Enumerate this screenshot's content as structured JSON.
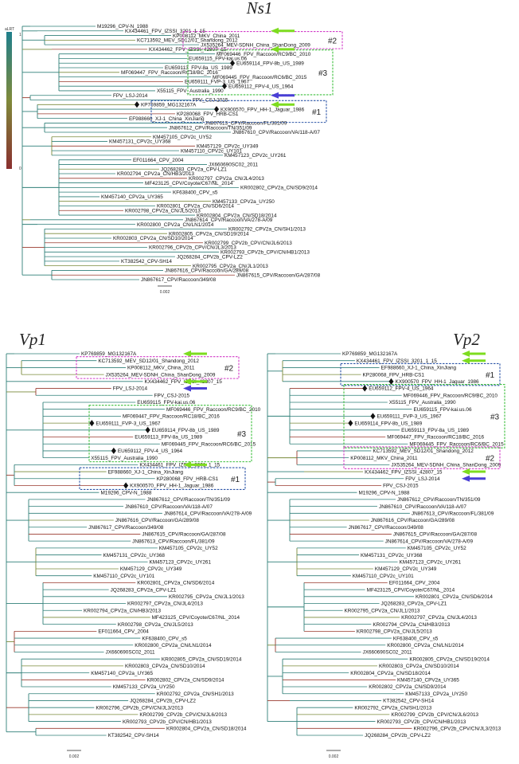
{
  "figure": {
    "panels": [
      {
        "title": "Ns1",
        "scale_label": "0.002",
        "colorbar": {
          "title": "aLRT",
          "max_label": "1",
          "min_label": "0"
        },
        "groups": [
          {
            "label": "#2",
            "color": "#d23cc8"
          },
          {
            "label": "#3",
            "color": "#3cbf3c"
          },
          {
            "label": "#1",
            "color": "#2f57a8"
          }
        ],
        "taxa": [
          "M19296_CPV-N_1988",
          "KX434461_FPV_IZSSI_3201_1_15",
          "KP008112_MKV_China_2011",
          "KC713592_MEV_SD12/01_Shandong_2012",
          "JX535264_MEV-SDNH_China_ShanDong_2009",
          "KX434462_FPV_IZSSI_42807_15",
          "MF069446_FPV_Raccoon/RC9/BC_2010",
          "EU659115_FPV-kai.us.06",
          "EU659114_FPV-8b_US_1989",
          "EU659113_FPV-8a_US_1989",
          "MF069447_FPV_Raccoon/RC18/BC_2016",
          "MF069445_FPV_Raccoon/RC6/BC_2015",
          "EU659111_FVP-3_US_1967",
          "EU659112_FPV-4_US_1964",
          "X55115_FPV_Australia_1990",
          "FPV_LSJ-2014",
          "FPV_CSJ-2015",
          "KP769859_MG132167A",
          "KX900570_FPV_HH-1_Jaguar_1986",
          "KP280068_FPV_HRB-CS1",
          "EF988660_XJ-1_China_XinJiang",
          "JN867613_CPV/Raccoon/FL/381/09",
          "JN867612_CPV/Raccoon/TN/351/09",
          "JN867610_CPV/Raccoon/VA/118-A/07",
          "KM457105_CPV2c_UY52",
          "KM457131_CPV2c_UY368",
          "KM457129_CPV2c_UY349",
          "KM457110_CPV2c_UY101",
          "KM457123_CPV2c_UY261",
          "EF011664_CPV_2004",
          "JX660690SC02_2011",
          "JQ268283_CPV2a_CPV-LZ1",
          "KR002794_CPV2a_CN/HB3/2013",
          "KR002797_CPV2a_CN/JL4/2013",
          "MF423125_CPV/Coyote/C67/NL_2014",
          "KR002802_CPV2a_CN/SD9/2014",
          "KF638400_CPV_s5",
          "KM457140_CPV2a_UY365",
          "KM457133_CPV2a_UY250",
          "KR002801_CPV2a_CN/SD6/2014",
          "KR002798_CPV2a_CN/JL5/2013",
          "KR002804_CPV2a_CN/SD18/2014",
          "JN867614_CPV/Raccoon/VA/278-A/09",
          "KR002800_CPV2a_CN/LN1/2014",
          "KR002792_CPV2a_CN/SH1/2013",
          "KR002805_CPV2a_CN/SD19/2014",
          "KR002803_CPV2a_CN/SD10/2014",
          "KR002799_CPV2b_CPV/CN/JL6/2013",
          "KR002796_CPV2b_CPV/CN/JL3/2013",
          "KR002793_CPV2b_CPV/CN/HB1/2013",
          "JQ268284_CPV2b_CPV-LZ2",
          "KT382542_CPV-SH14",
          "KR002795_CPV2a_CN/JL1/2013",
          "JN867616_CPV/Raccoon/GA/289/08",
          "JN867615_CPV/Raccoon/GA/287/08",
          "JN867617_CPV/Raccoon/349/08"
        ]
      },
      {
        "title": "Vp1",
        "scale_label": "0.002",
        "groups": [
          {
            "label": "#2",
            "color": "#d23cc8"
          },
          {
            "label": "#3",
            "color": "#3cbf3c"
          },
          {
            "label": "#1",
            "color": "#2f57a8"
          }
        ],
        "taxa": [
          "KP769859_MG132167A",
          "KC713592_MEV_SD12/01_Shandong_2012",
          "KP008112_MKV_China_2011",
          "JX535264_MEV-SDNH_China_ShanDong_2009",
          "KX434462_FPV_IZSSI_42807_15",
          "FPV_LSJ-2014",
          "FPV_CSJ-2015",
          "EU659115_FPV-kai.us.06",
          "MF069446_FPV_Raccoon/RC9/BC_2010",
          "MF069447_FPV_Raccoon/RC18/BC_2016",
          "EU659111_FVP-3_US_1967",
          "EU659114_FPV-8b_US_1989",
          "EU659113_FPV-8a_US_1989",
          "MF069445_FPV_Raccoon/RC6/BC_2015",
          "EU659112_FPV-4_US_1964",
          "X55115_FPV_Australia_1990",
          "KX434461_FPV_IZSSI_3201_1_15",
          "EF988660_XJ-1_China_XinJiang",
          "KP280068_FPV_HRB-CS1",
          "KX900570_FPV_HH-1_Jaguar_1986",
          "M19296_CPV-N_1988",
          "JN867612_CPV/Raccoon/TN/351/09",
          "JN867610_CPV/Raccoon/VA/118-A/07",
          "JN867614_CPV/Raccoon/VA/278-A/09",
          "JN867616_CPV/Raccoon/GA/289/08",
          "JN867617_CPV/Raccoon/349/08",
          "JN867615_CPV/Raccoon/GA/287/08",
          "JN867613_CPV/Raccoon/FL/381/09",
          "KM457105_CPV2c_UY52",
          "KM457131_CPV2c_UY368",
          "KM457123_CPV2c_UY261",
          "KM457129_CPV2c_UY349",
          "KM457110_CPV2c_UY101",
          "KR002801_CPV2a_CN/SD6/2014",
          "JQ268283_CPV2a_CPV-LZ1",
          "KR002795_CPV2a_CN/JL1/2013",
          "KR002797_CPV2a_CN/JL4/2013",
          "KR002794_CPV2a_CN/HB3/2013",
          "MF423125_CPV/Coyote/C67/NL_2014",
          "KR002798_CPV2a_CN/JL5/2013",
          "EF011664_CPV_2004",
          "KF638400_CPV_s5",
          "KR002800_CPV2a_CN/LN1/2014",
          "JX660690SC02_2011",
          "KR002805_CPV2a_CN/SD19/2014",
          "KR002803_CPV2a_CN/SD10/2014",
          "KM457140_CPV2a_UY365",
          "KR002802_CPV2a_CN/SD9/2014",
          "KM457133_CPV2a_UY250",
          "KR002792_CPV2a_CN/SH1/2013",
          "JQ268284_CPV2b_CPV-LZ2",
          "KR002796_CPV2b_CPV/CN/JL3/2013",
          "KR002799_CPV2b_CPV/CN/JL6/2013",
          "KR002793_CPV2b_CPV/CN/HB1/2013",
          "KR002804_CPV2a_CN/SD18/2014",
          "KT382542_CPV-SH14"
        ]
      },
      {
        "title": "Vp2",
        "scale_label": "0.002",
        "groups": [
          {
            "label": "#1",
            "color": "#2f57a8"
          },
          {
            "label": "#3",
            "color": "#3cbf3c"
          },
          {
            "label": "#2",
            "color": "#d23cc8"
          }
        ],
        "taxa": [
          "KP769859_MG132167A",
          "KX434461_FPV_IZSSI_3201_1_15",
          "EF988660_XJ-1_China_XinJiang",
          "KP280068_FPV_HRB-CS1",
          "KX900570_FPV_HH-1_Jaguar_1986",
          "EU659112_FPV-4_US_1964",
          "MF069446_FPV_Raccoon/RC9/BC_2010",
          "X55115_FPV_Australia_1990",
          "EU659115_FPV-kai.us.06",
          "EU659111_FVP-3_US_1967",
          "EU659114_FPV-8b_US_1989",
          "EU659113_FPV-8a_US_1989",
          "MF069447_FPV_Raccoon/RC18/BC_2016",
          "MF069445_FPV_Raccoon/RC6/BC_2015",
          "KC713592_MEV_SD12/01_Shandong_2012",
          "KP008112_MKV_China_2011",
          "JX535264_MEV-SDNH_China_ShanDong_2009",
          "KX434462_FPV_IZSSI_42807_15",
          "FPV_LSJ-2014",
          "FPV_CSJ-2015",
          "M19296_CPV-N_1988",
          "JN867612_CPV/Raccoon/TN/351/09",
          "JN867610_CPV/Raccoon/VA/118-A/07",
          "JN867613_CPV/Raccoon/FL/381/09",
          "JN867616_CPV/Raccoon/GA/289/08",
          "JN867617_CPV/Raccoon/349/08",
          "JN867615_CPV/Raccoon/GA/287/08",
          "JN867614_CPV/Raccoon/VA/278-A/09",
          "KM457105_CPV2c_UY52",
          "KM457131_CPV2c_UY368",
          "KM457123_CPV2c_UY261",
          "KM457129_CPV2c_UY349",
          "KM457110_CPV2c_UY101",
          "EF011664_CPV_2004",
          "MF423125_CPV/Coyote/C67/NL_2014",
          "KR002801_CPV2a_CN/SD6/2014",
          "JQ268283_CPV2a_CPV-LZ1",
          "KR002795_CPV2a_CN/JL1/2013",
          "KR002797_CPV2a_CN/JL4/2013",
          "KR002794_CPV2a_CN/HB3/2013",
          "KR002798_CPV2a_CN/JL5/2013",
          "KF638400_CPV_s5",
          "KR002800_CPV2a_CN/LN1/2014",
          "JX660690SC02_2011",
          "KR002805_CPV2a_CN/SD19/2014",
          "KR002803_CPV2a_CN/SD10/2014",
          "KR002804_CPV2a_CN/SD18/2014",
          "KM457140_CPV2a_UY365",
          "KR002802_CPV2a_CN/SD9/2014",
          "KM457133_CPV2a_UY250",
          "KT382542_CPV-SH14",
          "KR002792_CPV2a_CN/SH1/2013",
          "KR002799_CPV2b_CPV/CN/JL6/2013",
          "KR002793_CPV2b_CPV/CN/HB1/2013",
          "KR002796_CPV2b_CPV/CN/JL3/2013",
          "JQ268284_CPV2b_CPV-LZ2"
        ]
      }
    ],
    "colors": {
      "arrow_green": "#7ddc1f",
      "arrow_blue": "#4a3fd6",
      "branch_high": "#2f7f78",
      "branch_low": "#9a3a2e"
    }
  }
}
